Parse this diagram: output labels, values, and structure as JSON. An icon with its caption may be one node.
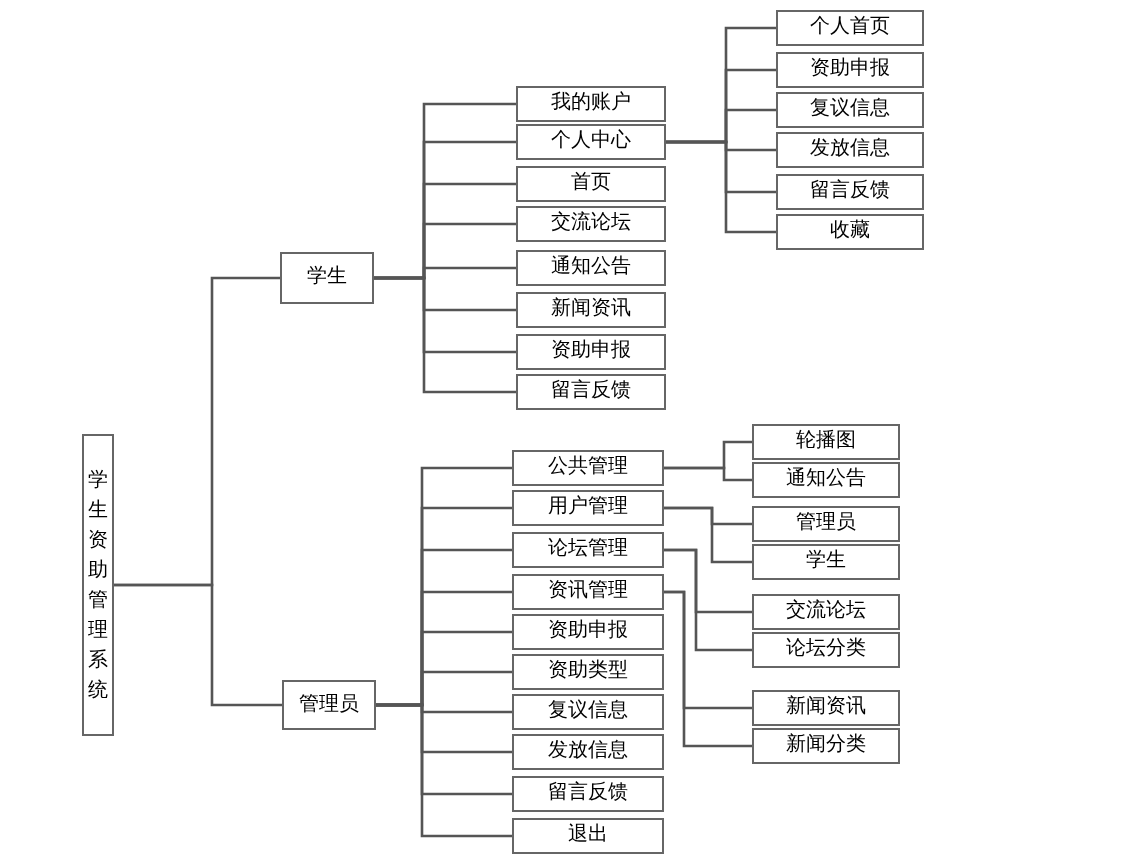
{
  "diagram": {
    "nodes": [
      {
        "text": [
          "学生资助管理系统"
        ]
      },
      {
        "text": [
          "学生"
        ]
      },
      {
        "text": [
          "我的账户"
        ]
      },
      {
        "text": [
          "个人中心"
        ]
      },
      {
        "text": [
          "首页"
        ]
      },
      {
        "text": [
          "交流论坛"
        ]
      },
      {
        "text": [
          "通知公告"
        ]
      },
      {
        "text": [
          "新闻资讯"
        ]
      },
      {
        "text": [
          "资助申报"
        ]
      },
      {
        "text": [
          "留言反馈"
        ]
      },
      {
        "text": [
          "个人首页"
        ]
      },
      {
        "text": [
          "资助申报"
        ]
      },
      {
        "text": [
          "复议信息"
        ]
      },
      {
        "text": [
          "发放信息"
        ]
      },
      {
        "text": [
          "留言反馈"
        ]
      },
      {
        "text": [
          "收藏"
        ]
      },
      {
        "text": [
          "管理员"
        ]
      },
      {
        "text": [
          "公共管理"
        ]
      },
      {
        "text": [
          "用户管理"
        ]
      },
      {
        "text": [
          "论坛管理"
        ]
      },
      {
        "text": [
          "资讯管理"
        ]
      },
      {
        "text": [
          "资助申报"
        ]
      },
      {
        "text": [
          "资助类型"
        ]
      },
      {
        "text": [
          "复议信息"
        ]
      },
      {
        "text": [
          "发放信息"
        ]
      },
      {
        "text": [
          "留言反馈"
        ]
      },
      {
        "text": [
          "退出"
        ]
      },
      {
        "text": [
          "轮播图"
        ]
      },
      {
        "text": [
          "通知公告"
        ]
      },
      {
        "text": [
          "管理员"
        ]
      },
      {
        "text": [
          "学生"
        ]
      },
      {
        "text": [
          "交流论坛"
        ]
      },
      {
        "text": [
          "论坛分类"
        ]
      },
      {
        "text": [
          "新闻资讯"
        ]
      },
      {
        "text": [
          "新闻分类"
        ]
      }
    ],
    "edges": [
      {
        "from": 0,
        "to": 1,
        "arrow": "none"
      },
      {
        "from": 0,
        "to": 16,
        "arrow": "none"
      },
      {
        "from": 1,
        "to": 2,
        "arrow": "none"
      },
      {
        "from": 1,
        "to": 3,
        "arrow": "none"
      },
      {
        "from": 1,
        "to": 4,
        "arrow": "none"
      },
      {
        "from": 1,
        "to": 5,
        "arrow": "none"
      },
      {
        "from": 1,
        "to": 6,
        "arrow": "none"
      },
      {
        "from": 1,
        "to": 7,
        "arrow": "none"
      },
      {
        "from": 1,
        "to": 8,
        "arrow": "none"
      },
      {
        "from": 1,
        "to": 9,
        "arrow": "none"
      },
      {
        "from": 3,
        "to": 10,
        "arrow": "none"
      },
      {
        "from": 3,
        "to": 11,
        "arrow": "none"
      },
      {
        "from": 3,
        "to": 12,
        "arrow": "none"
      },
      {
        "from": 3,
        "to": 13,
        "arrow": "none"
      },
      {
        "from": 3,
        "to": 14,
        "arrow": "none"
      },
      {
        "from": 3,
        "to": 15,
        "arrow": "none"
      },
      {
        "from": 16,
        "to": 17,
        "arrow": "none"
      },
      {
        "from": 16,
        "to": 18,
        "arrow": "none"
      },
      {
        "from": 16,
        "to": 19,
        "arrow": "none"
      },
      {
        "from": 16,
        "to": 20,
        "arrow": "none"
      },
      {
        "from": 16,
        "to": 21,
        "arrow": "none"
      },
      {
        "from": 16,
        "to": 22,
        "arrow": "none"
      },
      {
        "from": 16,
        "to": 23,
        "arrow": "none"
      },
      {
        "from": 16,
        "to": 24,
        "arrow": "none"
      },
      {
        "from": 16,
        "to": 25,
        "arrow": "none"
      },
      {
        "from": 16,
        "to": 26,
        "arrow": "none"
      },
      {
        "from": 17,
        "to": 27,
        "arrow": "none"
      },
      {
        "from": 17,
        "to": 28,
        "arrow": "none"
      },
      {
        "from": 18,
        "to": 29,
        "arrow": "none"
      },
      {
        "from": 18,
        "to": 30,
        "arrow": "none"
      },
      {
        "from": 19,
        "to": 31,
        "arrow": "none"
      },
      {
        "from": 19,
        "to": 32,
        "arrow": "none"
      },
      {
        "from": 20,
        "to": 33,
        "arrow": "none"
      },
      {
        "from": 20,
        "to": 34,
        "arrow": "none"
      }
    ]
  }
}
